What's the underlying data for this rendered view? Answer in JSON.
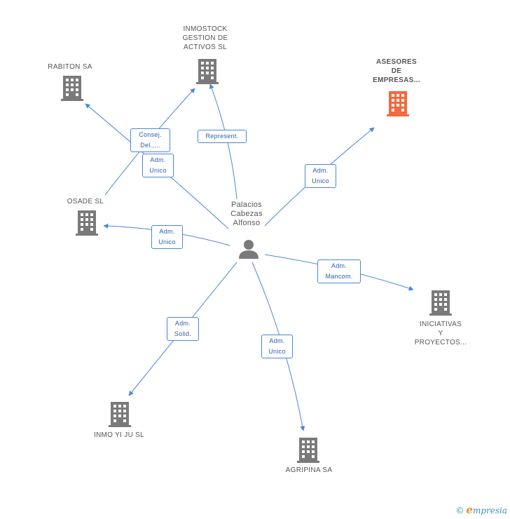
{
  "center": {
    "label": "Palacios\nCabezas\nAlfonso",
    "icon": "person-icon"
  },
  "companies": [
    {
      "id": "inmostock",
      "label": "INMOSTOCK\nGESTION DE\nACTIVOS SL",
      "icon": "building-icon",
      "highlight": false
    },
    {
      "id": "rabiton",
      "label": "RABITON SA",
      "icon": "building-icon",
      "highlight": false
    },
    {
      "id": "asesores",
      "label": "ASESORES\nDE\nEMPRESAS...",
      "icon": "building-icon",
      "highlight": true
    },
    {
      "id": "osade",
      "label": "OSADE SL",
      "icon": "building-icon",
      "highlight": false
    },
    {
      "id": "iniciativas",
      "label": "INICIATIVAS\nY\nPROYECTOS...",
      "icon": "building-icon",
      "highlight": false
    },
    {
      "id": "inmoyiju",
      "label": "INMO YI JU SL",
      "icon": "building-icon",
      "highlight": false
    },
    {
      "id": "agripina",
      "label": "AGRIPINA SA",
      "icon": "building-icon",
      "highlight": false
    }
  ],
  "relations": [
    {
      "id": "consej",
      "label": "Consej.\nDel.,..."
    },
    {
      "id": "adm-unico-rabiton",
      "label": "Adm.\nUnico"
    },
    {
      "id": "represent",
      "label": "Represent."
    },
    {
      "id": "adm-unico-asesores",
      "label": "Adm.\nUnico"
    },
    {
      "id": "adm-unico-osade",
      "label": "Adm.\nUnico"
    },
    {
      "id": "adm-mancom",
      "label": "Adm.\nMancom."
    },
    {
      "id": "adm-solid",
      "label": "Adm.\nSolid."
    },
    {
      "id": "adm-unico-agripina",
      "label": "Adm.\nUnico"
    }
  ],
  "colors": {
    "edge": "#4a86d9",
    "building": "#7a7a7a",
    "building_highlight": "#f26a3d",
    "person": "#7a7a7a"
  },
  "watermark": {
    "symbol": "©",
    "brand_initial": "e",
    "brand_rest": "mpresia"
  }
}
